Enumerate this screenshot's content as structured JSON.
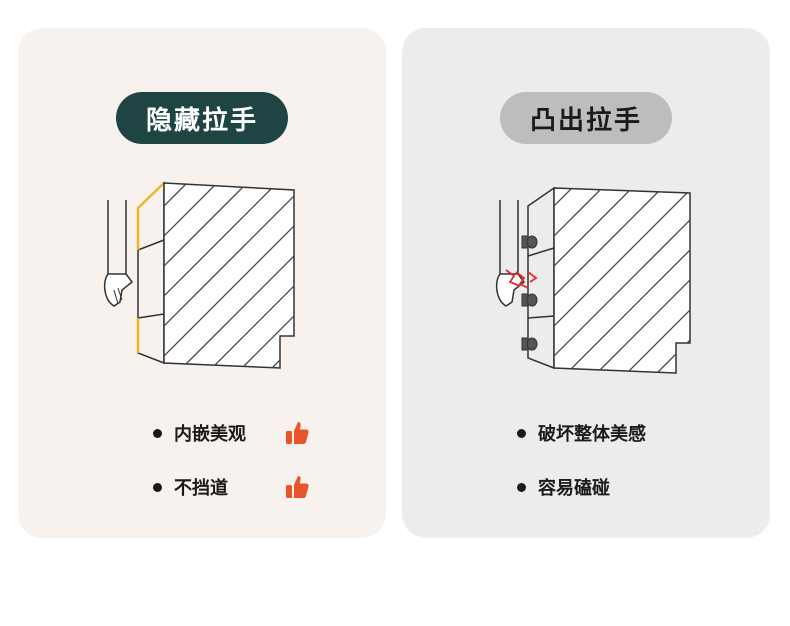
{
  "left_card": {
    "title": "隐藏拉手",
    "bullets": [
      {
        "text": "内嵌美观",
        "icon": "thumbs-up-icon"
      },
      {
        "text": "不挡道",
        "icon": "thumbs-up-icon"
      }
    ],
    "accent_color": "#e8542a",
    "title_bg": "#1f4444"
  },
  "right_card": {
    "title": "凸出拉手",
    "bullets": [
      {
        "text": "破坏整体美感"
      },
      {
        "text": "容易磕碰"
      }
    ],
    "title_bg": "#bdbdbd"
  }
}
